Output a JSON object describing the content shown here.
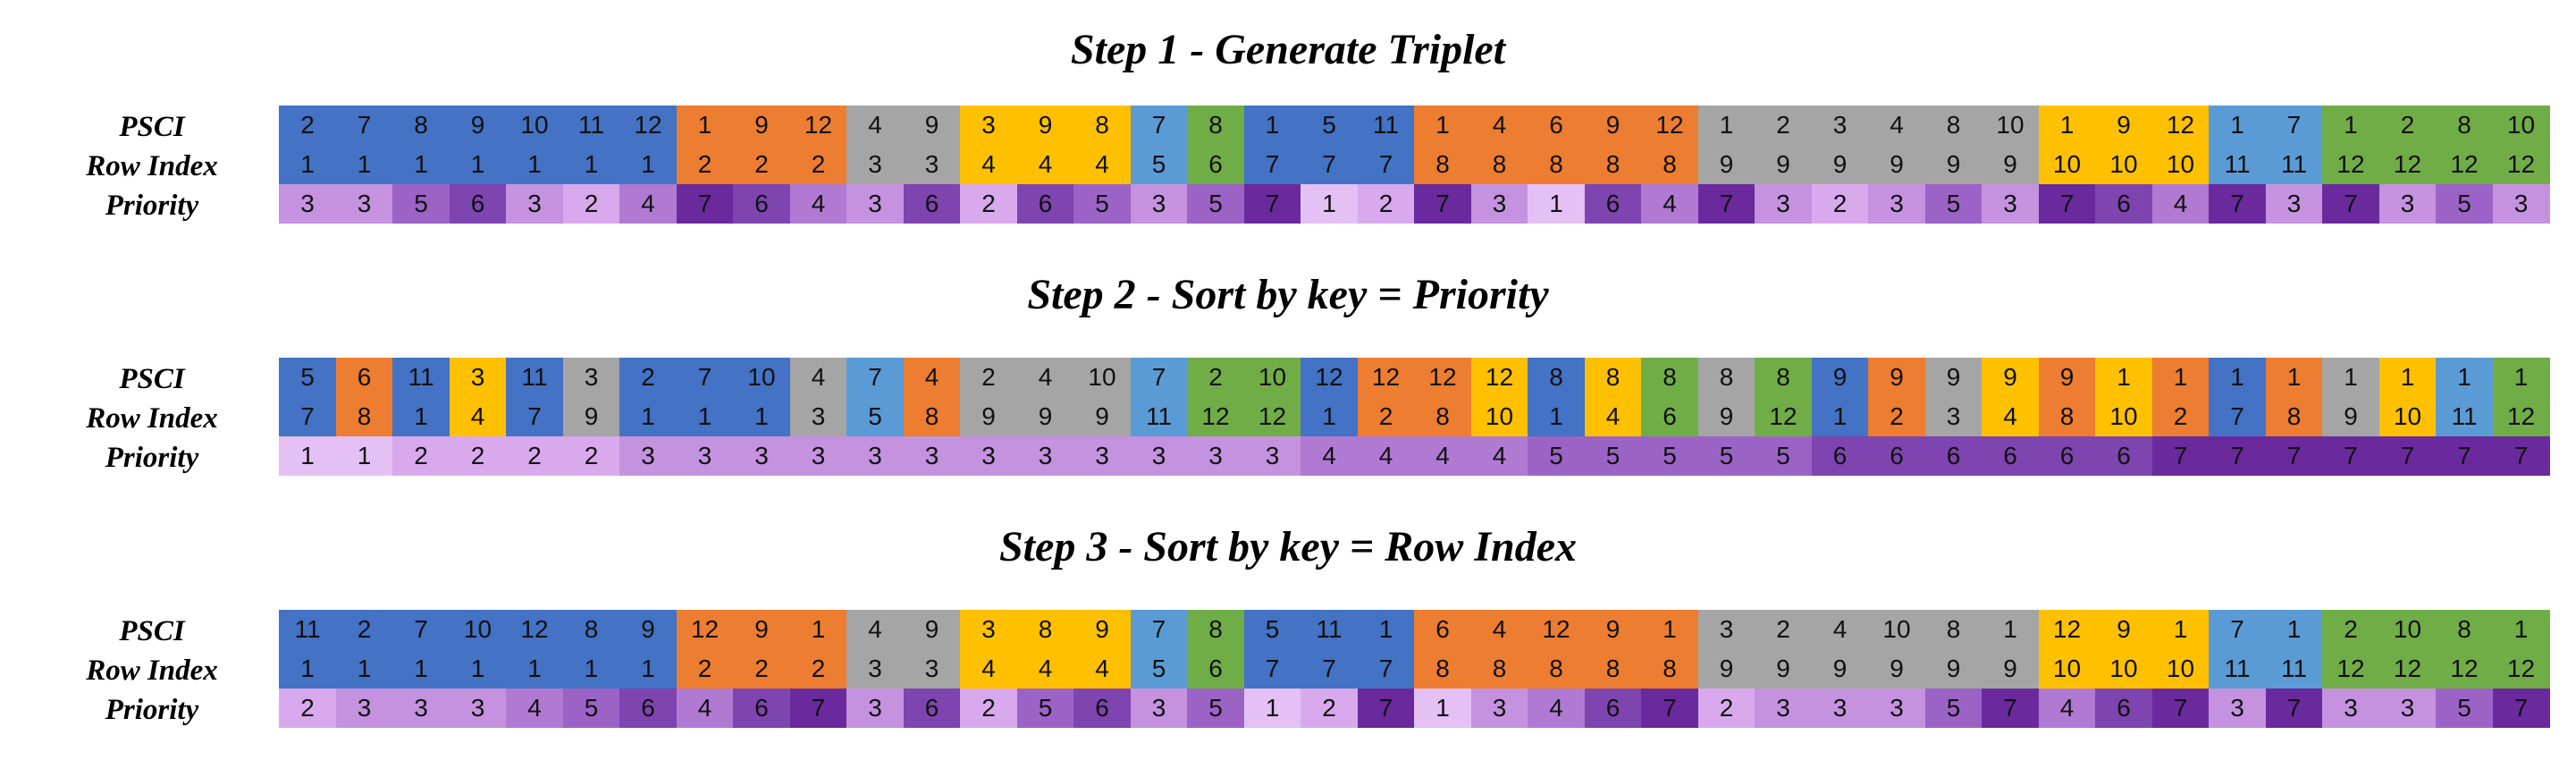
{
  "colors": {
    "group": [
      "#4472c4",
      "#ed7d31",
      "#a5a5a5",
      "#ffc000",
      "#5b9bd5",
      "#70ad47"
    ],
    "priority": {
      "1": "#e4c0f4",
      "2": "#d9a9ee",
      "3": "#c592e0",
      "4": "#b07ad3",
      "5": "#9c63c7",
      "6": "#7e44b0",
      "7": "#6a2a9e"
    }
  },
  "row_labels": [
    "PSCI",
    "Row Index",
    "Priority"
  ],
  "steps": [
    {
      "title": "Step 1 - Generate Triplet",
      "psci": [
        2,
        7,
        8,
        9,
        10,
        11,
        12,
        1,
        9,
        12,
        4,
        9,
        3,
        9,
        8,
        7,
        8,
        1,
        5,
        11,
        1,
        4,
        6,
        9,
        12,
        1,
        2,
        3,
        4,
        8,
        10,
        1,
        9,
        12,
        1,
        7,
        1,
        2,
        8,
        10
      ],
      "row": [
        1,
        1,
        1,
        1,
        1,
        1,
        1,
        2,
        2,
        2,
        3,
        3,
        4,
        4,
        4,
        5,
        6,
        7,
        7,
        7,
        8,
        8,
        8,
        8,
        8,
        9,
        9,
        9,
        9,
        9,
        9,
        10,
        10,
        10,
        11,
        11,
        12,
        12,
        12,
        12
      ],
      "priority": [
        3,
        3,
        5,
        6,
        3,
        2,
        4,
        7,
        6,
        4,
        3,
        6,
        2,
        6,
        5,
        3,
        5,
        7,
        1,
        2,
        7,
        3,
        1,
        6,
        4,
        7,
        3,
        2,
        3,
        5,
        3,
        7,
        6,
        4,
        7,
        3,
        7,
        3,
        5,
        3
      ]
    },
    {
      "title": "Step 2 - Sort by key = Priority",
      "psci": [
        5,
        6,
        11,
        3,
        11,
        3,
        2,
        7,
        10,
        4,
        7,
        4,
        2,
        4,
        10,
        7,
        2,
        10,
        12,
        12,
        12,
        12,
        8,
        8,
        8,
        8,
        8,
        9,
        9,
        9,
        9,
        9,
        1,
        1,
        1,
        1,
        1,
        1,
        1,
        1
      ],
      "row": [
        7,
        8,
        1,
        4,
        7,
        9,
        1,
        1,
        1,
        3,
        5,
        8,
        9,
        9,
        9,
        11,
        12,
        12,
        1,
        2,
        8,
        10,
        1,
        4,
        6,
        9,
        12,
        1,
        2,
        3,
        4,
        8,
        10,
        2,
        7,
        8,
        9,
        10,
        11,
        12
      ],
      "priority": [
        1,
        1,
        2,
        2,
        2,
        2,
        3,
        3,
        3,
        3,
        3,
        3,
        3,
        3,
        3,
        3,
        3,
        3,
        4,
        4,
        4,
        4,
        5,
        5,
        5,
        5,
        5,
        6,
        6,
        6,
        6,
        6,
        6,
        7,
        7,
        7,
        7,
        7,
        7,
        7
      ]
    },
    {
      "title": "Step 3 - Sort by key = Row Index",
      "psci": [
        11,
        2,
        7,
        10,
        12,
        8,
        9,
        12,
        9,
        1,
        4,
        9,
        3,
        8,
        9,
        7,
        8,
        5,
        11,
        1,
        6,
        4,
        12,
        9,
        1,
        3,
        2,
        4,
        10,
        8,
        1,
        12,
        9,
        1,
        7,
        1,
        2,
        10,
        8,
        1
      ],
      "row": [
        1,
        1,
        1,
        1,
        1,
        1,
        1,
        2,
        2,
        2,
        3,
        3,
        4,
        4,
        4,
        5,
        6,
        7,
        7,
        7,
        8,
        8,
        8,
        8,
        8,
        9,
        9,
        9,
        9,
        9,
        9,
        10,
        10,
        10,
        11,
        11,
        12,
        12,
        12,
        12
      ],
      "priority": [
        2,
        3,
        3,
        3,
        4,
        5,
        6,
        4,
        6,
        7,
        3,
        6,
        2,
        5,
        6,
        3,
        5,
        1,
        2,
        7,
        1,
        3,
        4,
        6,
        7,
        2,
        3,
        3,
        3,
        5,
        7,
        4,
        6,
        7,
        3,
        7,
        3,
        3,
        5,
        7
      ]
    }
  ]
}
